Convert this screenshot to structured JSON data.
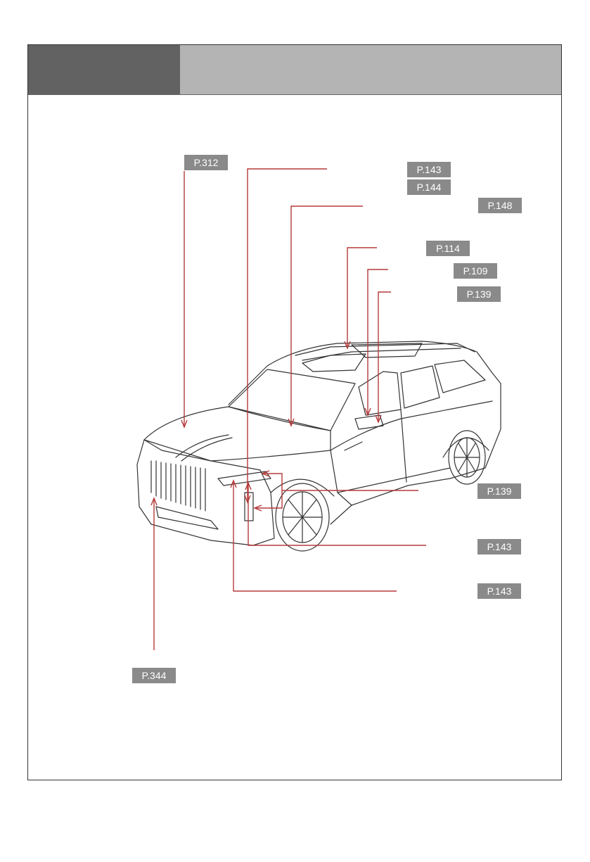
{
  "header": {
    "left_title": "",
    "right_title": ""
  },
  "references": [
    {
      "id": "hood",
      "label": "P.312"
    },
    {
      "id": "front-light-1",
      "label": "P.143"
    },
    {
      "id": "front-light-2",
      "label": "P.144"
    },
    {
      "id": "wiper",
      "label": "P.148"
    },
    {
      "id": "sunroof",
      "label": "P.114"
    },
    {
      "id": "mirror",
      "label": "P.109"
    },
    {
      "id": "mirror-turn",
      "label": "P.139"
    },
    {
      "id": "turn-signal",
      "label": "P.139"
    },
    {
      "id": "fog-light",
      "label": "P.143"
    },
    {
      "id": "drl",
      "label": "P.143"
    },
    {
      "id": "tow-hook",
      "label": "P.344"
    }
  ],
  "colors": {
    "leader": "#b53a3a",
    "label_bg": "#8a8a8a",
    "header_dark": "#626262",
    "header_light": "#b4b4b4"
  }
}
